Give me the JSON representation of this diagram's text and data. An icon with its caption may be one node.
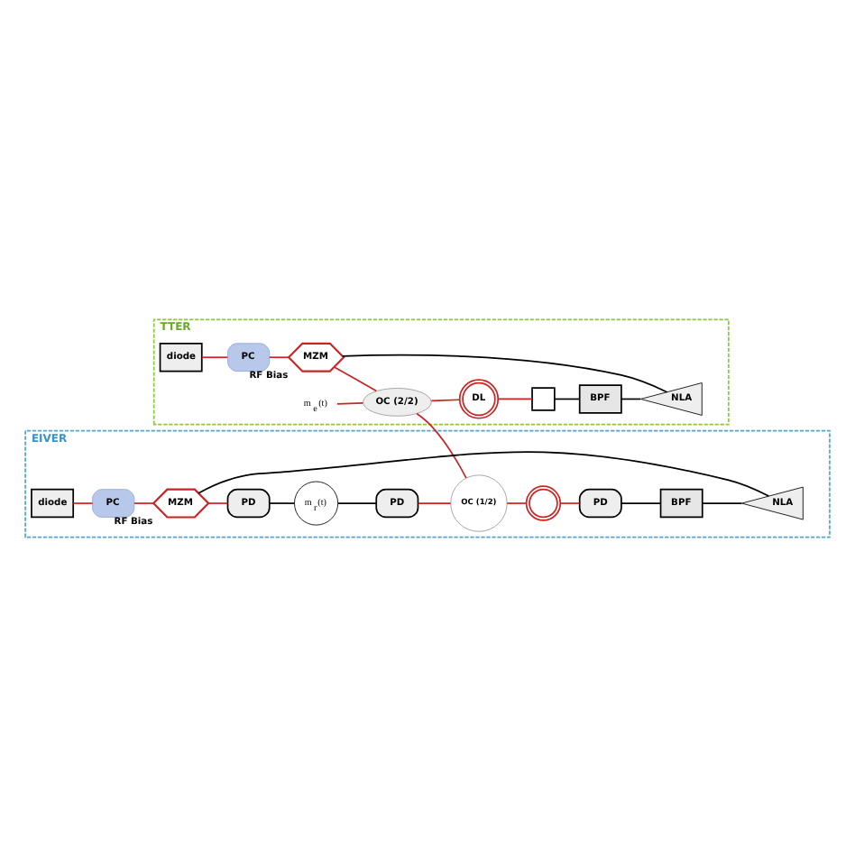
{
  "diagram": {
    "nodes": [
      {
        "text": [
          "TTER"
        ]
      },
      {
        "text": [
          "diode"
        ],
        "in": 0
      },
      {
        "text": [
          "PC"
        ],
        "in": 0
      },
      {
        "text": [
          "MZM"
        ],
        "in": 0,
        "beside": [
          "RF",
          "Bias"
        ]
      },
      {
        "text": [
          "OC (2/2)"
        ],
        "in": 0
      },
      {
        "text": [
          "m$_{e}$(t)"
        ],
        "in": 0
      },
      {
        "text": [
          "DL"
        ],
        "in": 0
      },
      {
        "text": [
          "BPF"
        ],
        "in": 0
      },
      {
        "text": [],
        "shape": "box",
        "in": 0
      },
      {
        "text": [
          "NLA"
        ],
        "in": 0
      },
      {
        "text": [
          "EIVER"
        ]
      },
      {
        "text": [
          "diode"
        ],
        "in": 10
      },
      {
        "text": [
          "PC"
        ],
        "in": 10
      },
      {
        "text": [
          "MZM"
        ],
        "in": 10,
        "beside": [
          "RF",
          "Bias"
        ]
      },
      {
        "text": [
          "PD"
        ],
        "in": 10
      },
      {
        "text": [
          "m$_{r}$(t)"
        ],
        "in": 10
      },
      {
        "text": [
          "PD"
        ],
        "in": 10
      },
      {
        "text": [
          "OC (1/2)"
        ],
        "in": 10
      },
      {
        "text": [],
        "shape": "circle",
        "in": 10
      },
      {
        "text": [
          "BPF"
        ],
        "in": 10
      },
      {
        "text": [
          "PD"
        ],
        "in": 10
      },
      {
        "text": [
          "NLA"
        ],
        "in": 10
      }
    ],
    "edges": [
      {
        "from": 1,
        "to": 2,
        "arrow": "none"
      },
      {
        "from": 2,
        "to": 3,
        "arrow": "none"
      },
      {
        "from": 3,
        "to": 4,
        "arrow": "none"
      },
      {
        "from": 5,
        "to": 4,
        "arrow": "none"
      },
      {
        "from": 4,
        "to": 6,
        "arrow": "none"
      },
      {
        "from": 6,
        "to": 8,
        "arrow": "none"
      },
      {
        "from": 8,
        "to": 7,
        "arrow": "none",
        "color": "#000000"
      },
      {
        "from": 7,
        "to": 9,
        "arrow": "none",
        "color": "#000000"
      },
      {
        "from": 9,
        "to": 3,
        "arrow": "none",
        "color": "#000000"
      },
      {
        "from": 4,
        "to": 17,
        "arrow": "none"
      },
      {
        "from": 11,
        "to": 12,
        "arrow": "none"
      },
      {
        "from": 12,
        "to": 13,
        "arrow": "none"
      },
      {
        "from": 13,
        "to": 14,
        "arrow": "none"
      },
      {
        "from": 14,
        "to": 15,
        "arrow": "none",
        "color": "#000000"
      },
      {
        "from": 15,
        "to": 16,
        "arrow": "none",
        "color": "#000000"
      },
      {
        "from": 16,
        "to": 17,
        "arrow": "none"
      },
      {
        "from": 17,
        "to": 18,
        "arrow": "none"
      },
      {
        "from": 18,
        "to": 20,
        "arrow": "none"
      },
      {
        "from": 20,
        "to": 19,
        "arrow": "none",
        "color": "#000000"
      },
      {
        "from": 19,
        "to": 21,
        "arrow": "none",
        "color": "#000000"
      },
      {
        "from": 21,
        "to": 13,
        "arrow": "none",
        "color": "#000000"
      }
    ]
  }
}
